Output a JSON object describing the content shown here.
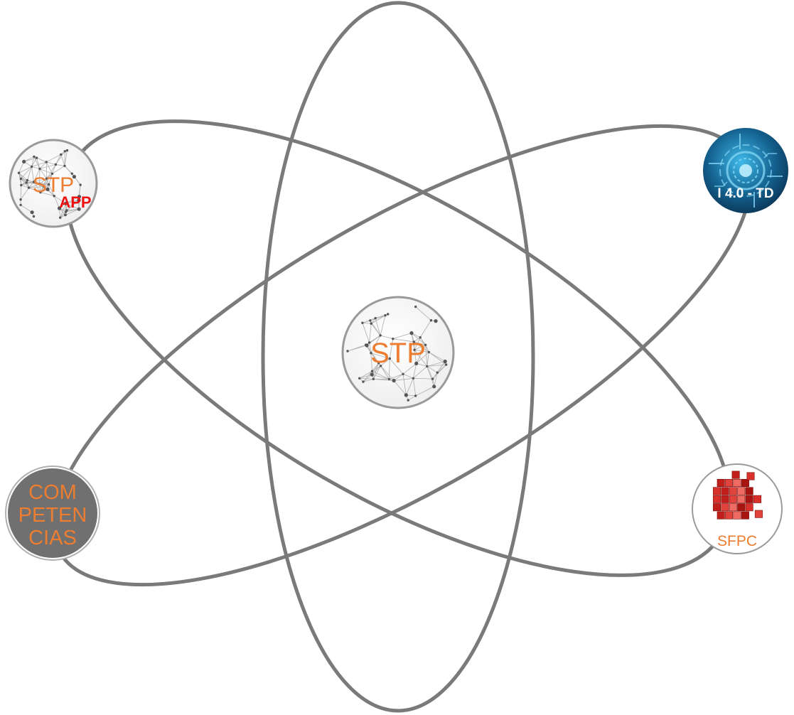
{
  "colors": {
    "orbit": "#7a7a7a",
    "accent_orange": "#ed7d31",
    "accent_red": "#ee1111",
    "node_border": "#9a9a9a",
    "network_line": "#b5b5b5",
    "network_dot": "#555555",
    "competencias_fill": "#707070",
    "tech_dark": "#0b3556",
    "tech_light": "#2fa3d8",
    "cube_red": "#d8302a",
    "white": "#ffffff"
  },
  "nodes": {
    "center": {
      "label": "STP",
      "icon": "network-sphere-icon"
    },
    "stp_app": {
      "label": "STP",
      "sublabel": "APP",
      "icon": "network-sphere-icon"
    },
    "industry": {
      "label": "I 4.0 - TD",
      "icon": "digital-technology-icon"
    },
    "competencias": {
      "lines": [
        "COM",
        "PETEN",
        "CIAS"
      ]
    },
    "sfpc": {
      "label": "SFPC",
      "icon": "red-cubes-icon"
    }
  }
}
